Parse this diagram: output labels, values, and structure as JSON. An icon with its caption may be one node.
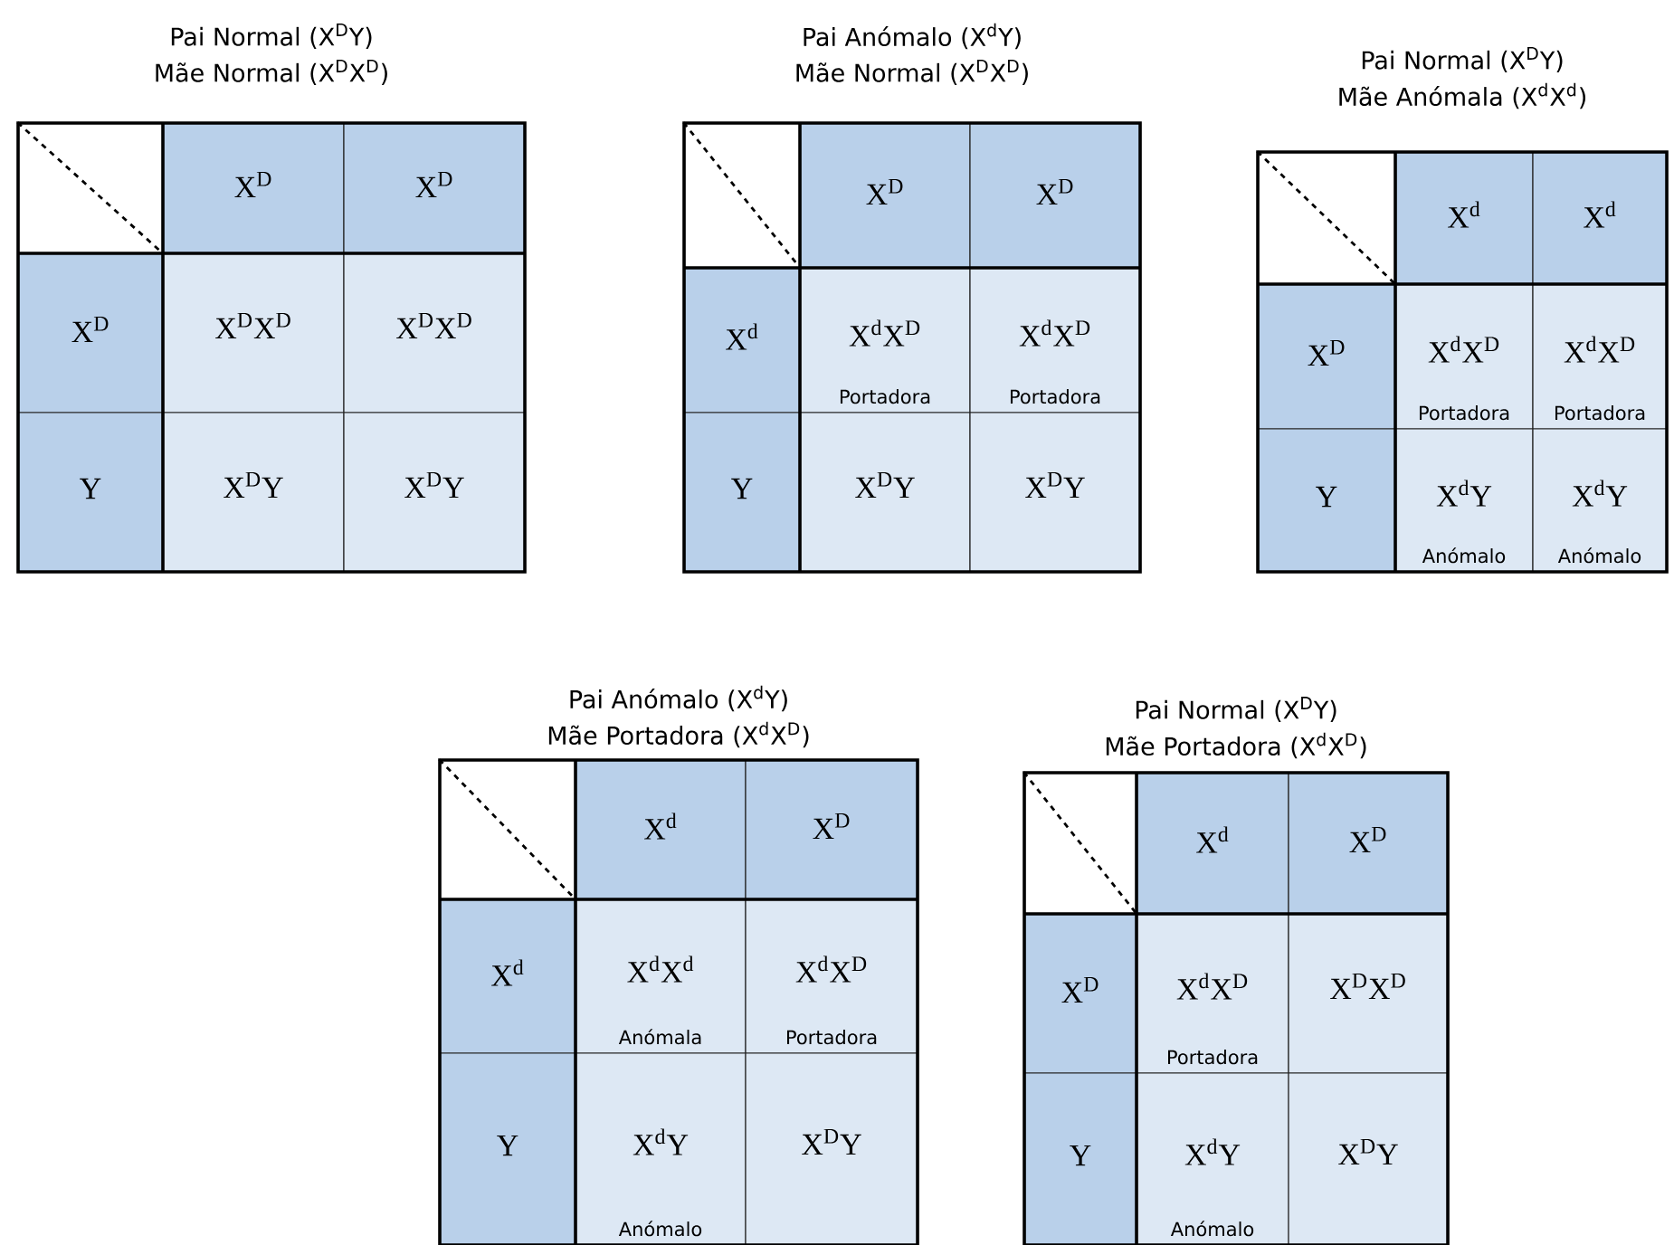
{
  "diagram": {
    "nodes": [
      {
        "text": [
          "Pai Normal (X$^{D}$Y)",
          "Mãe Normal (X$^{D}$X$^{D}$)"
        ]
      },
      {
        "text": [],
        "shape": "box",
        "in": 0
      },
      {
        "text": [
          "X$^{D}$"
        ],
        "in": 0
      },
      {
        "text": [
          "X$^{D}$"
        ],
        "in": 0
      },
      {
        "text": [
          "X$^{D}$"
        ],
        "in": 0
      },
      {
        "text": [
          "X$^{D}$X$^{D}$"
        ],
        "in": 0
      },
      {
        "text": [
          "X$^{D}$X$^{D}$"
        ],
        "in": 0
      },
      {
        "text": [
          "Y"
        ],
        "in": 0
      },
      {
        "text": [
          "X$^{D}$Y"
        ],
        "in": 0
      },
      {
        "text": [
          "X$^{D}$Y"
        ],
        "in": 0
      },
      {
        "text": [
          "Pai Anómalo (X$^{d}$Y)",
          "Mãe Normal (X$^{D}$X$^{D}$)"
        ]
      },
      {
        "text": [],
        "shape": "box",
        "in": 10
      },
      {
        "text": [
          "X$^{D}$"
        ],
        "in": 10
      },
      {
        "text": [
          "X$^{D}$"
        ],
        "in": 10
      },
      {
        "text": [
          "X$^{d}$"
        ],
        "in": 10
      },
      {
        "text": [
          "X$^{d}$X$^{D}$",
          "Portadora"
        ],
        "in": 10
      },
      {
        "text": [
          "X$^{d}$X$^{D}$",
          "Portadora"
        ],
        "in": 10
      },
      {
        "text": [
          "Y"
        ],
        "in": 10
      },
      {
        "text": [
          "X$^{D}$Y"
        ],
        "in": 10
      },
      {
        "text": [
          "X$^{D}$Y"
        ],
        "in": 10
      },
      {
        "text": [
          "Pai Normal (X$^{D}$Y)",
          "Mãe Anómala (X$^{d}$X$^{d}$)"
        ]
      },
      {
        "text": [],
        "shape": "box",
        "in": 20
      },
      {
        "text": [
          "X$^{d}$"
        ],
        "in": 20
      },
      {
        "text": [
          "X$^{d}$"
        ],
        "in": 20
      },
      {
        "text": [
          "X$^{D}$"
        ],
        "in": 20
      },
      {
        "text": [
          "X$^{d}$X$^{D}$",
          "Portadora"
        ],
        "in": 20
      },
      {
        "text": [
          "X$^{d}$X$^{D}$",
          "Portadora"
        ],
        "in": 20
      },
      {
        "text": [
          "Y"
        ],
        "in": 20
      },
      {
        "text": [
          "X$^{d}$Y",
          "Anómalo"
        ],
        "in": 20
      },
      {
        "text": [
          "X$^{d}$Y",
          "Anómalo"
        ],
        "in": 20
      },
      {
        "text": [
          "Pai Anómalo (X$^{d}$Y)",
          "Mãe Portadora (X$^{d}$X$^{D}$)"
        ]
      },
      {
        "text": [],
        "shape": "box",
        "in": 30
      },
      {
        "text": [
          "X$^{d}$"
        ],
        "in": 30
      },
      {
        "text": [
          "X$^{D}$"
        ],
        "in": 30
      },
      {
        "text": [
          "X$^{d}$"
        ],
        "in": 30
      },
      {
        "text": [
          "X$^{d}$X$^{d}$",
          "Anómala"
        ],
        "in": 30
      },
      {
        "text": [
          "X$^{d}$X$^{D}$",
          "Portadora"
        ],
        "in": 30
      },
      {
        "text": [
          "Y"
        ],
        "in": 30
      },
      {
        "text": [
          "X$^{d}$Y",
          "Anómalo"
        ],
        "in": 30
      },
      {
        "text": [
          "X$^{D}$Y"
        ],
        "in": 30
      },
      {
        "text": [
          "Pai Normal (X$^{D}$Y)",
          "Mãe Portadora (X$^{d}$X$^{D}$)"
        ]
      },
      {
        "text": [],
        "shape": "box",
        "in": 40
      },
      {
        "text": [
          "X$^{d}$"
        ],
        "in": 40
      },
      {
        "text": [
          "X$^{D}$"
        ],
        "in": 40
      },
      {
        "text": [
          "X$^{D}$"
        ],
        "in": 40
      },
      {
        "text": [
          "X$^{d}$X$^{D}$",
          "Portadora"
        ],
        "in": 40
      },
      {
        "text": [
          "X$^{D}$X$^{D}$"
        ],
        "in": 40
      },
      {
        "text": [
          "Y"
        ],
        "in": 40
      },
      {
        "text": [
          "X$^{d}$Y",
          "Anómalo"
        ],
        "in": 40
      },
      {
        "text": [
          "X$^{D}$Y"
        ],
        "in": 40
      }
    ]
  }
}
